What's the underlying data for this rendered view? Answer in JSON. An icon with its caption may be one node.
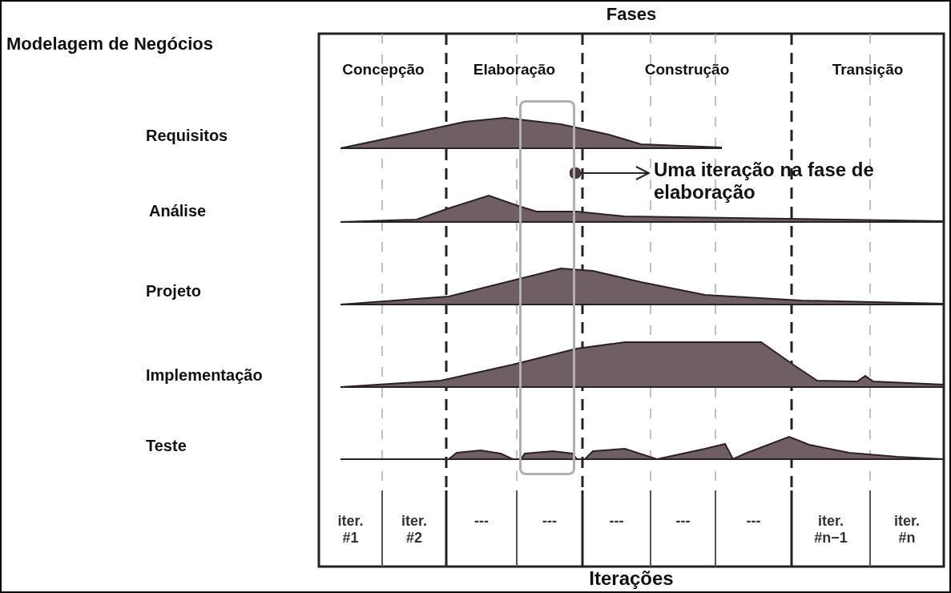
{
  "diagram": {
    "nodes": [
      {
        "text": [],
        "shape": "box"
      },
      {
        "text": [
          "Uma iteração na fase de elaboração"
        ]
      }
    ],
    "edges": [
      {
        "from": 0,
        "to": 1,
        "arrow": "to"
      }
    ],
    "labels": [
      "Fases",
      "Modelagem de Negócios",
      "Concepção",
      "Elaboração",
      "Construção",
      "Transição",
      "Requisitos",
      "Análise",
      "Projeto",
      "Implementação",
      "Teste",
      "iter. #1",
      "iter. #2",
      "---",
      "---",
      "---",
      "---",
      "---",
      "iter. #n−1",
      "iter. #n",
      "Iterações"
    ]
  }
}
